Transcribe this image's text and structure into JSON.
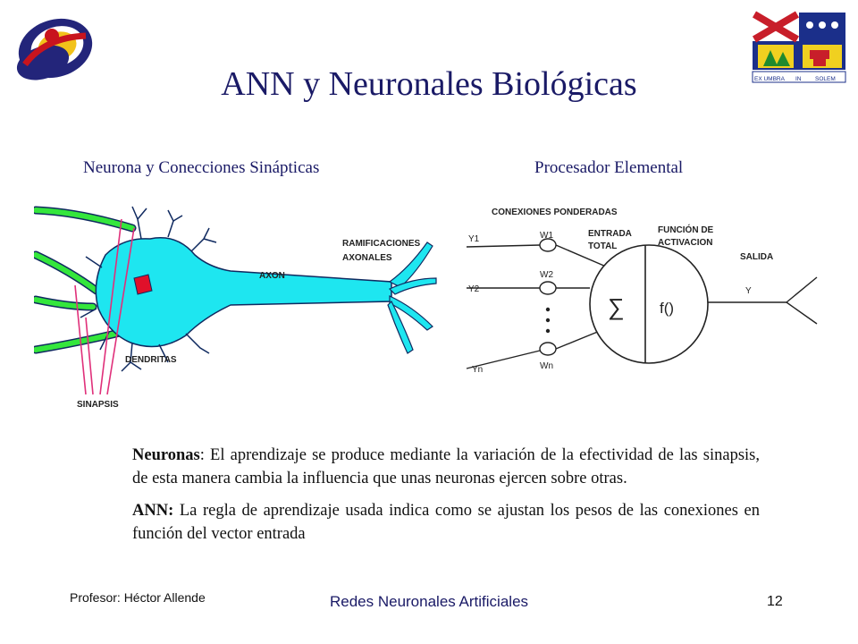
{
  "title": "ANN  y Neuronales Biológicas",
  "subtitles": {
    "left": "Neurona y Conecciones Sinápticas",
    "right": "Procesador Elemental"
  },
  "neuron_labels": {
    "ramificaciones_1": "RAMIFICACIONES",
    "ramificaciones_2": "AXONALES",
    "axon": "AXON",
    "dendritas": "DENDRITAS",
    "sinapsis": "SINAPSIS"
  },
  "perceptron_labels": {
    "conexiones": "CONEXIONES PONDERADAS",
    "entrada_1": "ENTRADA",
    "entrada_2": "TOTAL",
    "funcion_1": "FUNCIÓN DE",
    "funcion_2": "ACTIVACION",
    "salida": "SALIDA",
    "y1": "Y1",
    "y2": "Y2",
    "yn": "Yn",
    "w1": "W1",
    "w2": "W2",
    "wn": "Wn",
    "sum_symbol": "∑",
    "func_symbol": "f()",
    "y_out": "Y"
  },
  "body": {
    "p1_bold": "Neuronas",
    "p1_text": ": El aprendizaje se produce mediante la variación de la efectividad de las sinapsis, de esta manera cambia la influencia que unas neuronas ejercen sobre otras.",
    "p2_bold": "ANN:",
    "p2_text": " La regla de aprendizaje usada indica como se ajustan los pesos de las conexiones en función del vector entrada"
  },
  "footer": {
    "left": "Profesor: Héctor Allende",
    "center": "Redes Neuronales Artificiales",
    "right": "12"
  },
  "crest_motto": {
    "left": "EX UMBRA",
    "center": "IN",
    "right": "SOLEM"
  },
  "colors": {
    "title": "#1a1a66",
    "neuron_body": "#1ee6f0",
    "neuron_outline": "#102a60",
    "nucleus": "#e0102a",
    "dendrite_green": "#34e63c",
    "synapse_line": "#e0307a",
    "crest_blue": "#1b2f8a",
    "crest_red": "#c81e2a",
    "crest_green": "#1f8a2e"
  }
}
